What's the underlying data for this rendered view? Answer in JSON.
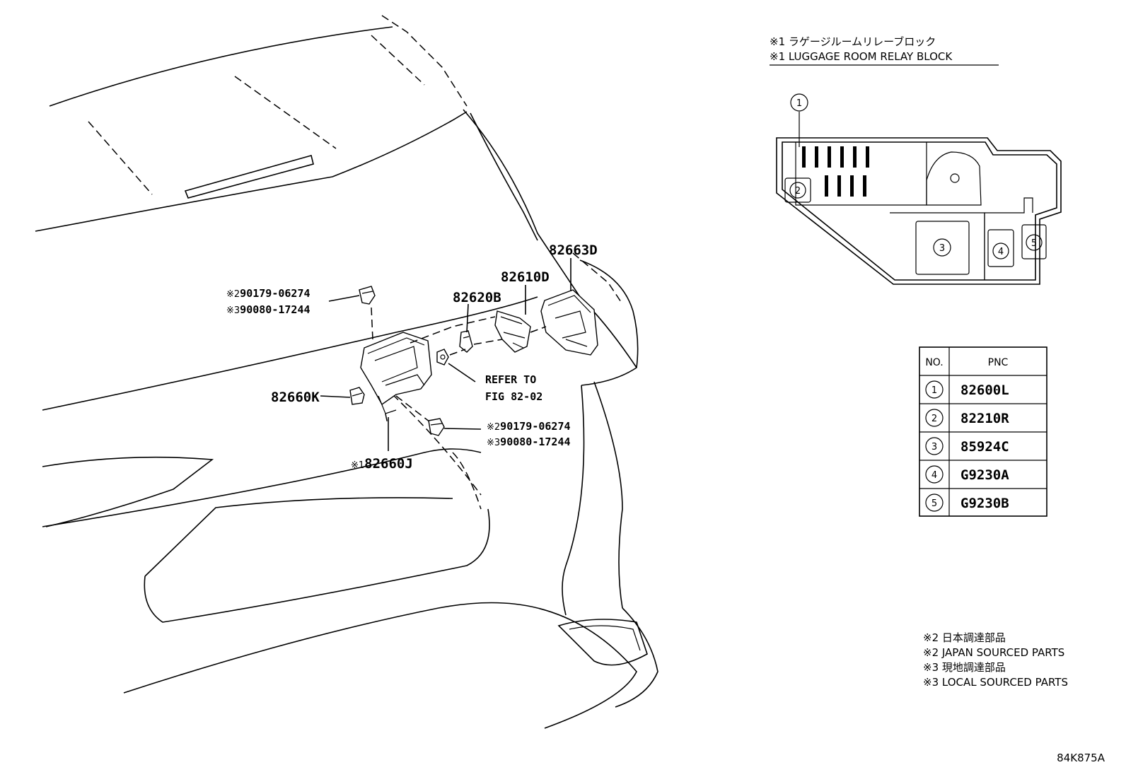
{
  "relay_block": {
    "title_jp": "※1 ラゲージルームリレーブロック",
    "title_en": "※1 LUGGAGE ROOM RELAY BLOCK",
    "markers": [
      "1",
      "2",
      "3",
      "4",
      "5"
    ]
  },
  "callouts": {
    "p82663D": "82663D",
    "p82610D": "82610D",
    "p82620B": "82620B",
    "p82660K": "82660K",
    "p82660J": "82660J",
    "p82660J_prefix": "※1",
    "refer_line1": "REFER TO",
    "refer_line2": "FIG 82-02",
    "clip_top_1": "90179-06274",
    "clip_top_1_prefix": "※2",
    "clip_top_2": "90080-17244",
    "clip_top_2_prefix": "※3",
    "clip_bot_1": "90179-06274",
    "clip_bot_1_prefix": "※2",
    "clip_bot_2": "90080-17244",
    "clip_bot_2_prefix": "※3"
  },
  "pnc_table": {
    "headers": [
      "NO.",
      "PNC"
    ],
    "rows": [
      {
        "no": "1",
        "pnc": "82600L"
      },
      {
        "no": "2",
        "pnc": "82210R"
      },
      {
        "no": "3",
        "pnc": "85924C"
      },
      {
        "no": "4",
        "pnc": "G9230A"
      },
      {
        "no": "5",
        "pnc": "G9230B"
      }
    ]
  },
  "notes": [
    "※2 日本調達部品",
    "※2 JAPAN SOURCED PARTS",
    "※3 現地調達部品",
    "※3 LOCAL SOURCED PARTS"
  ],
  "figure_id": "84K875A"
}
